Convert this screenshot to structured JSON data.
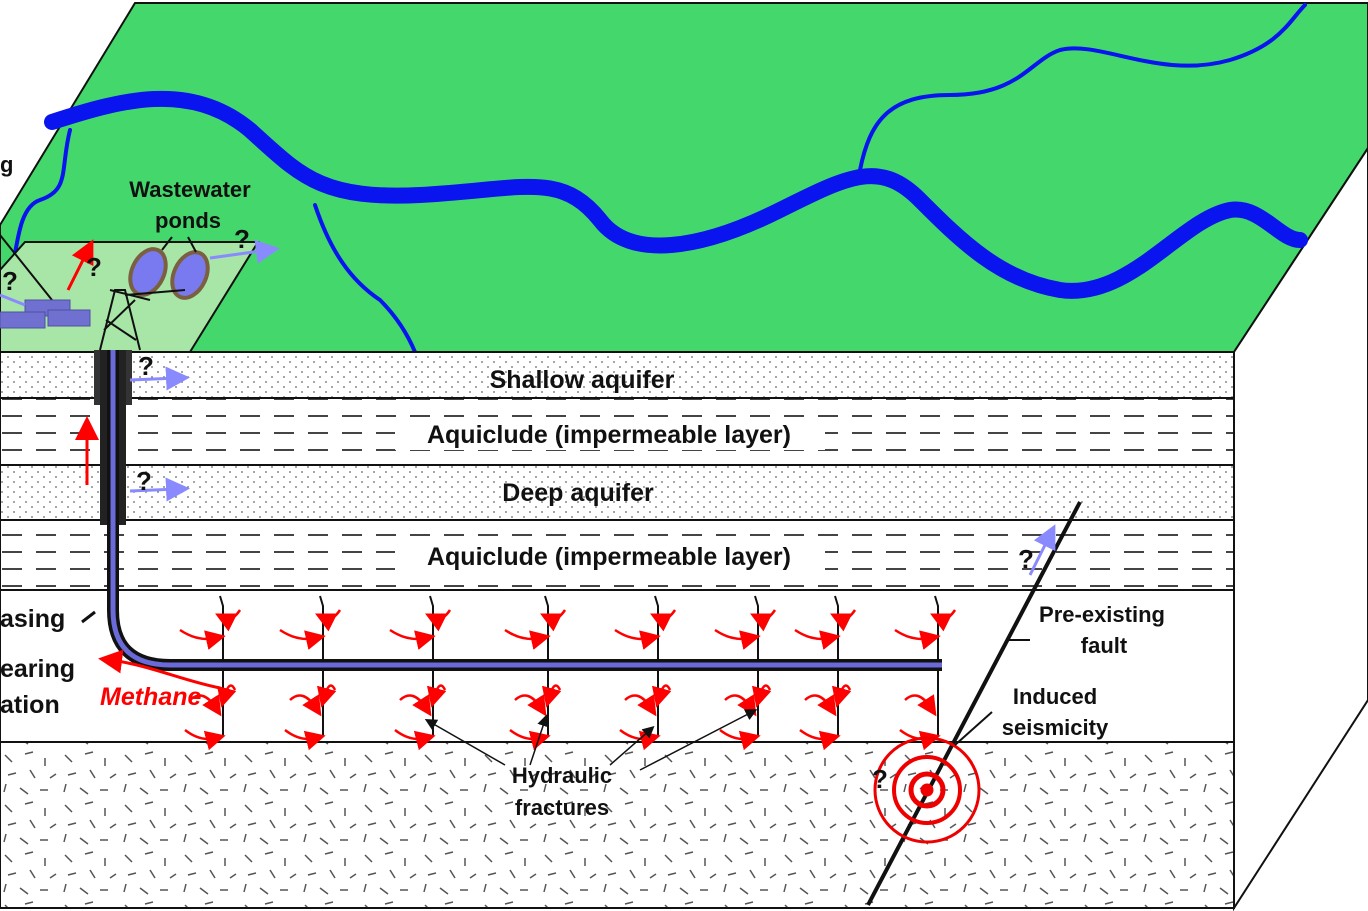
{
  "title": "Hydraulic fracturing environmental impacts diagram",
  "colors": {
    "land": "#44d86c",
    "pad": "#a8e6a8",
    "river": "#0a14ee",
    "methane": "#ff0000",
    "flow": "#8a8aff",
    "casing": "#6a6ad8"
  },
  "surface": {
    "cut_label": "g",
    "ponds_label_line1": "Wastewater",
    "ponds_label_line2": "ponds",
    "question": "?"
  },
  "layers": {
    "shallow_aquifer": "Shallow aquifer",
    "aquiclude_1": "Aquiclude (impermeable layer)",
    "deep_aquifer": "Deep aquifer",
    "aquiclude_2": "Aquiclude (impermeable layer)"
  },
  "labels": {
    "casing": "asing",
    "formation_line1": "earing",
    "formation_line2": "ation",
    "methane": "Methane",
    "fault_line1": "Pre-existing",
    "fault_line2": "fault",
    "seismicity_line1": "Induced",
    "seismicity_line2": "seismicity",
    "fractures_line1": "Hydraulic",
    "fractures_line2": "fractures"
  }
}
